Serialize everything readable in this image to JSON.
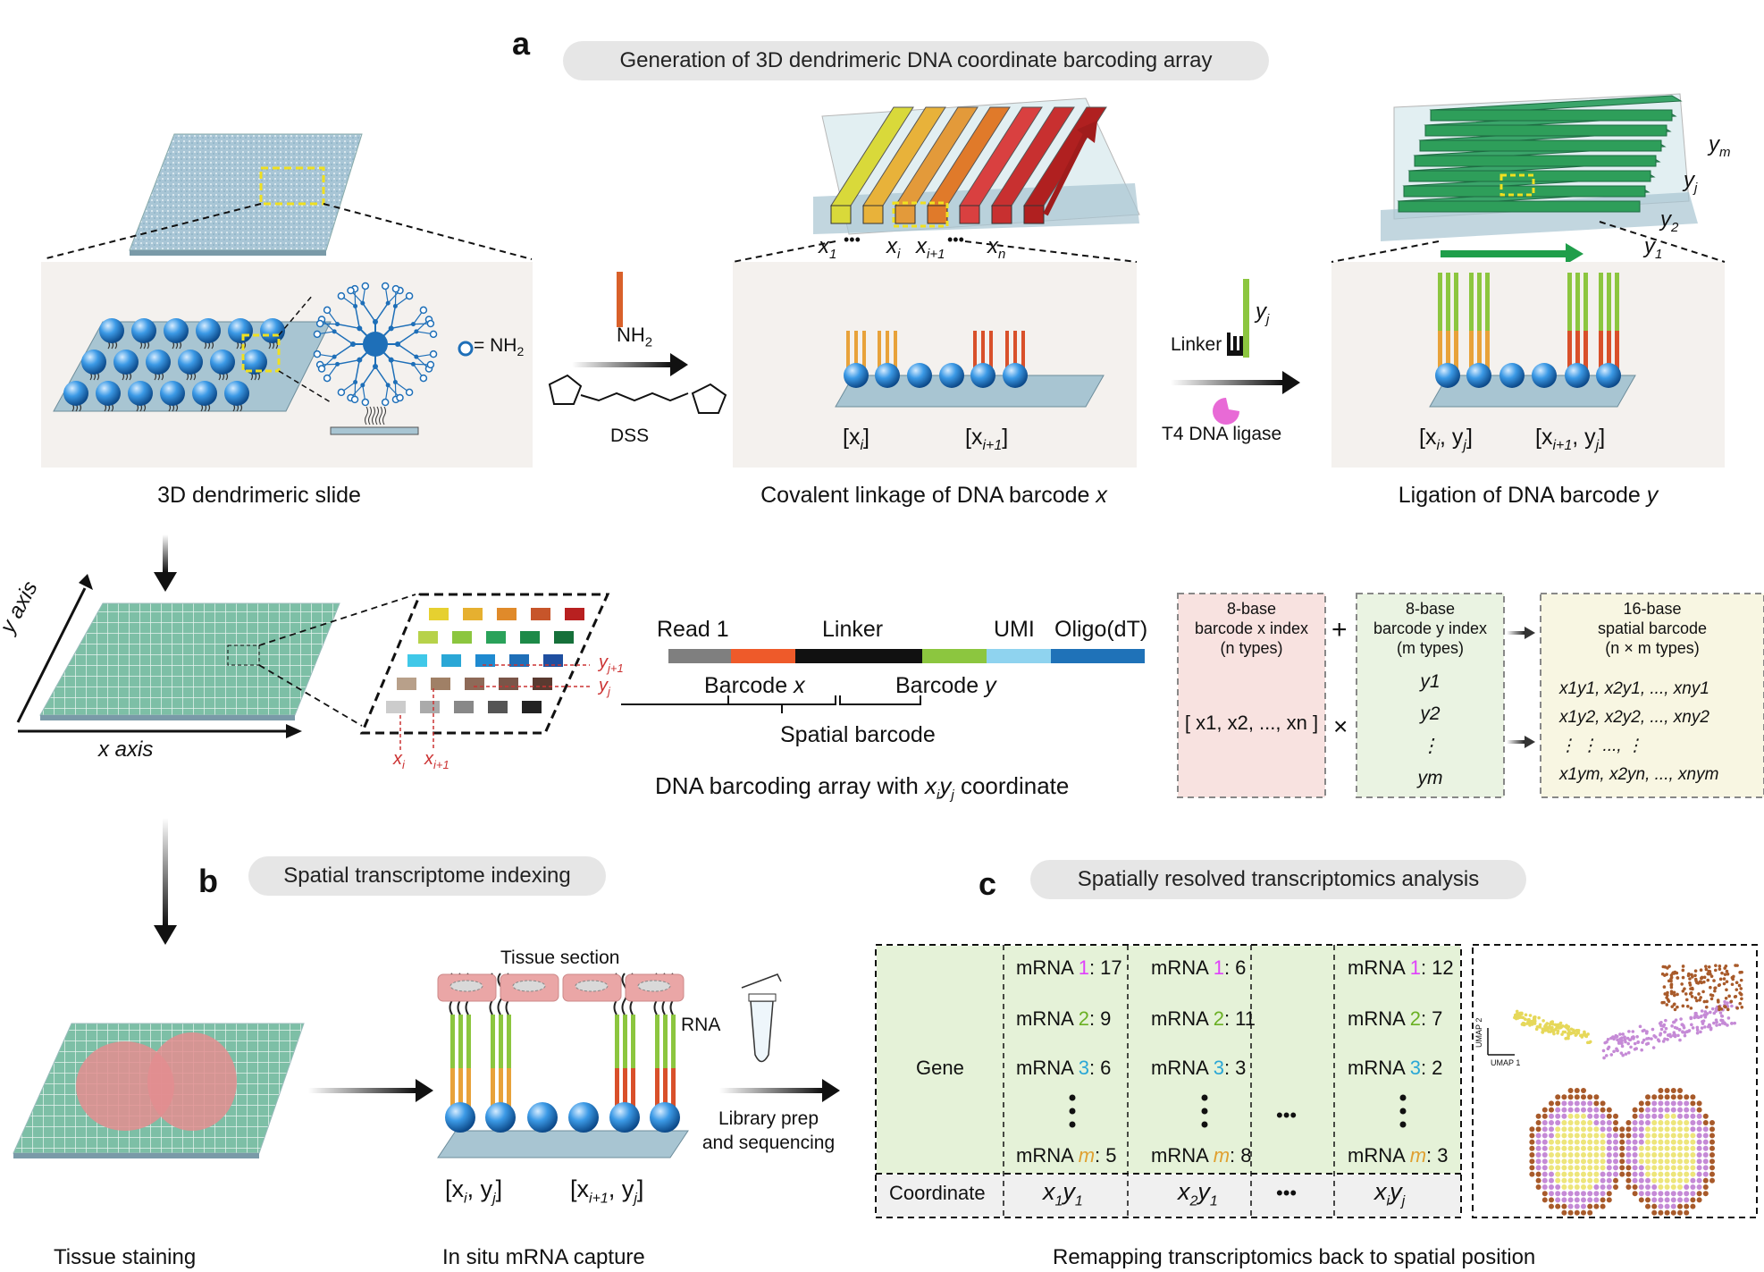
{
  "panels": {
    "a": "a",
    "b": "b",
    "c": "c"
  },
  "headers": {
    "a": "Generation of 3D dendrimeric DNA coordinate barcoding array",
    "b": "Spatial transcriptome indexing",
    "c": "Spatially resolved transcriptomics analysis"
  },
  "step1": {
    "caption": "3D dendrimeric slide",
    "nh2_legend": "= NH",
    "nh2_sub": "2"
  },
  "step1_reagents": {
    "nh2": "NH",
    "nh2_sub": "2",
    "dss": "DSS"
  },
  "step2": {
    "caption_main": "Covalent linkage of DNA barcode ",
    "caption_var": "x",
    "x_labels": [
      "x",
      "x",
      "x",
      "x"
    ],
    "x_subs": [
      "1",
      "i",
      "i+1",
      "n"
    ],
    "ellipsis": "•••",
    "label_left": "[x",
    "label_left_sub": "i",
    "label_left_end": "]",
    "label_right": "[x",
    "label_right_sub": "i+1",
    "label_right_end": "]"
  },
  "step2_reagents": {
    "yj": "y",
    "yj_sub": "j",
    "linker": "Linker",
    "ligase": "T4 DNA ligase"
  },
  "step3": {
    "caption_main": "Ligation of DNA barcode ",
    "caption_var": "y",
    "y_labels": [
      "y",
      "y",
      "y",
      "y"
    ],
    "y_subs": [
      "m",
      "j",
      "2",
      "1"
    ],
    "label_left": "[x",
    "label_left_sub": "i",
    "label_left_mid": ", y",
    "label_left_sub2": "j",
    "label_left_end": "]",
    "label_right": "[x",
    "label_right_sub": "i+1",
    "label_right_mid": ", y",
    "label_right_sub2": "j",
    "label_right_end": "]"
  },
  "grid": {
    "y_axis": "y axis",
    "x_axis": "x axis",
    "yj1": "y",
    "yj1_sub": "j+1",
    "yj": "y",
    "yj_sub": "j",
    "xi": "x",
    "xi_sub": "i",
    "xi1": "x",
    "xi1_sub": "i+1"
  },
  "barcode_structure": {
    "segments": [
      {
        "name": "Read 1",
        "color": "#7f7f7f"
      },
      {
        "name": "Barcode x",
        "color": "#ee5a2a"
      },
      {
        "name": "Linker",
        "color": "#111111"
      },
      {
        "name": "Barcode y",
        "color": "#8cc63f"
      },
      {
        "name": "UMI",
        "color": "#8fd3ef"
      },
      {
        "name": "Oligo(dT)",
        "color": "#1f72b8"
      }
    ],
    "read1": "Read 1",
    "linker": "Linker",
    "umi": "UMI",
    "oligo": "Oligo(dT)",
    "barcode_x": "Barcode ",
    "barcode_x_var": "x",
    "barcode_y": "Barcode ",
    "barcode_y_var": "y",
    "spatial": "Spatial barcode",
    "array_caption": "DNA barcoding array with ",
    "array_caption_math": "x",
    "array_caption_sub1": "i",
    "array_caption_math2": "y",
    "array_caption_sub2": "j",
    "array_caption_end": " coordinate"
  },
  "index_boxes": {
    "x_title1": "8-base",
    "x_title2": "barcode x index",
    "x_title3": "(n types)",
    "x_set": "[ x1, x2, ..., xn ]",
    "plus": "+",
    "times": "×",
    "y_title1": "8-base",
    "y_title2": "barcode y index",
    "y_title3": "(m types)",
    "y_items": [
      "y1",
      "y2",
      "⋮",
      "ym"
    ],
    "s_title1": "16-base",
    "s_title2": "spatial barcode",
    "s_title3": "(n × m types)",
    "s_rows": [
      "x1y1, x2y1, ..., xny1",
      "x1y2, x2y2, ..., xny2",
      "⋮        ⋮        ...,    ⋮",
      "x1ym, x2yn, ..., xnym"
    ]
  },
  "panel_b": {
    "tissue_section": "Tissue section",
    "rna": "RNA",
    "library": "Library prep",
    "sequencing": "and sequencing",
    "label_left": "[x",
    "label_left_sub": "i",
    "label_left_mid": ", y",
    "label_left_sub2": "j",
    "label_left_end": "]",
    "label_right": "[x",
    "label_right_sub": "i+1",
    "label_right_mid": ", y",
    "label_right_sub2": "j",
    "label_right_end": "]",
    "caption_staining": "Tissue staining",
    "caption_capture": "In situ mRNA capture"
  },
  "panel_c": {
    "row_gene": "Gene",
    "row_coord": "Coordinate",
    "columns": [
      {
        "rows": [
          [
            "mRNA ",
            "1",
            ": 17"
          ],
          [
            "mRNA ",
            "2",
            ": 9"
          ],
          [
            "mRNA ",
            "3",
            ": 6"
          ],
          [
            "mRNA ",
            "m",
            ": 5"
          ]
        ],
        "coord": "x",
        "coord_sub1": "1",
        "coord2": "y",
        "coord_sub2": "1"
      },
      {
        "rows": [
          [
            "mRNA ",
            "1",
            ": 6"
          ],
          [
            "mRNA ",
            "2",
            ": 11"
          ],
          [
            "mRNA ",
            "3",
            ": 3"
          ],
          [
            "mRNA ",
            "m",
            ": 8"
          ]
        ],
        "coord": "x",
        "coord_sub1": "2",
        "coord2": "y",
        "coord_sub2": "1"
      },
      {
        "rows": [
          [
            "mRNA ",
            "1",
            ": 12"
          ],
          [
            "mRNA ",
            "2",
            ": 7"
          ],
          [
            "mRNA ",
            "3",
            ": 2"
          ],
          [
            "mRNA ",
            "m",
            ": 3"
          ]
        ],
        "coord": "x",
        "coord_sub1": "i",
        "coord2": "y",
        "coord_sub2": "j"
      }
    ],
    "index_colors": [
      "#e040fb",
      "#6ab023",
      "#2aa7d6",
      "#e0a030"
    ],
    "ellipsis": "•••",
    "umap1": "UMAP 1",
    "umap2": "UMAP 2",
    "caption": "Remapping transcriptomics back to spatial position"
  },
  "colors": {
    "bead": "#2b8fd6",
    "slide": "#9fc3cf",
    "x_bars": [
      "#d9d93a",
      "#e8b23a",
      "#e39a3a",
      "#e07a2a",
      "#d94040",
      "#c83030",
      "#b02020"
    ],
    "y_bars": "#2e9e5a",
    "tissue": "#e8a0a0"
  }
}
